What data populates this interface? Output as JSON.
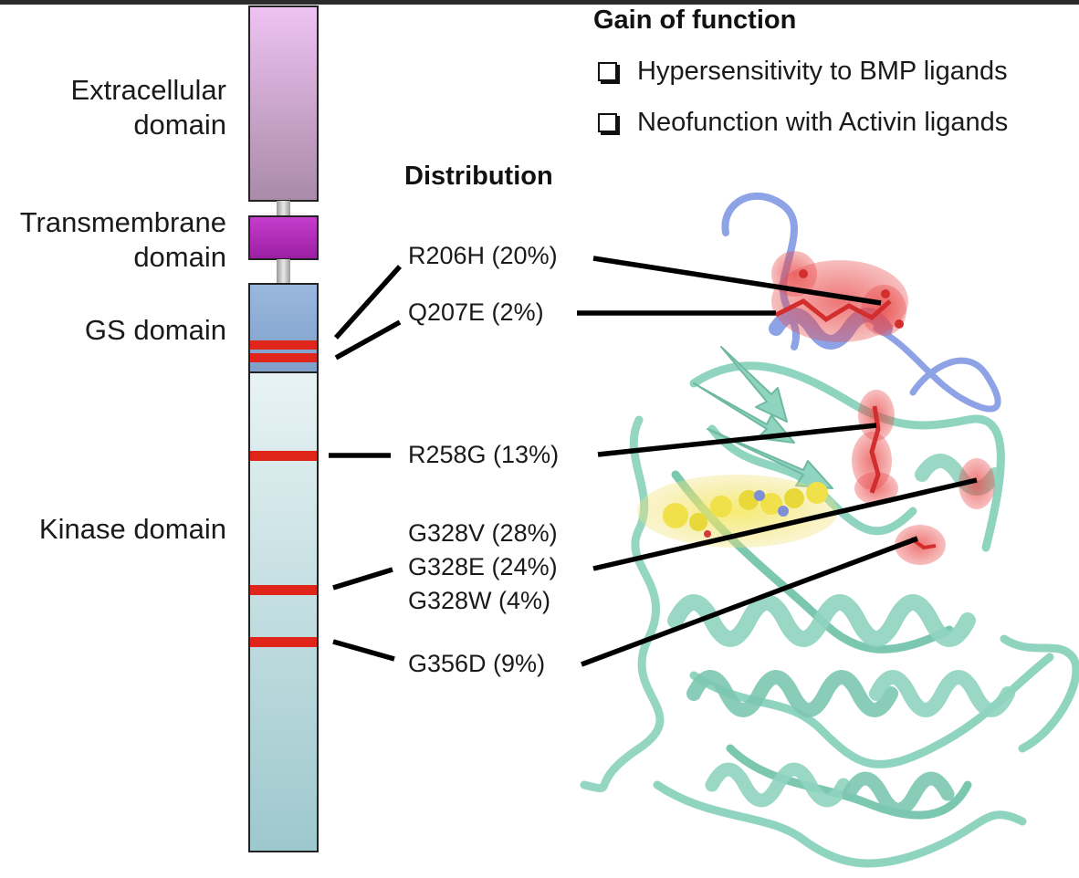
{
  "domains": {
    "extracellular": "Extracellular\ndomain",
    "transmembrane": "Transmembrane\ndomain",
    "gs": "GS domain",
    "kinase": "Kinase domain"
  },
  "legend": {
    "title": "Gain of function",
    "items": [
      "Hypersensitivity to BMP ligands",
      "Neofunction with Activin ligands"
    ],
    "distribution_title": "Distribution"
  },
  "mutations": [
    {
      "label": "R206H (20%)"
    },
    {
      "label": "Q207E (2%)"
    },
    {
      "label": "R258G (13%)"
    },
    {
      "label": "G328V (28%)"
    },
    {
      "label": "G328E (24%)"
    },
    {
      "label": "G328W (4%)"
    },
    {
      "label": "G356D (9%)"
    }
  ],
  "colors": {
    "extracellular": "#e0a8e6",
    "transmembrane": "#b02ab8",
    "gs": "#8fb1d9",
    "kinase": "#a9d1d6",
    "mutation_band": "#e0261a",
    "leader_line": "#000000",
    "protein": "#8fd4bf",
    "gs_loop": "#8ea3e6",
    "mutation_residue": "#e85a5a",
    "ligand": "#f0e04a"
  }
}
